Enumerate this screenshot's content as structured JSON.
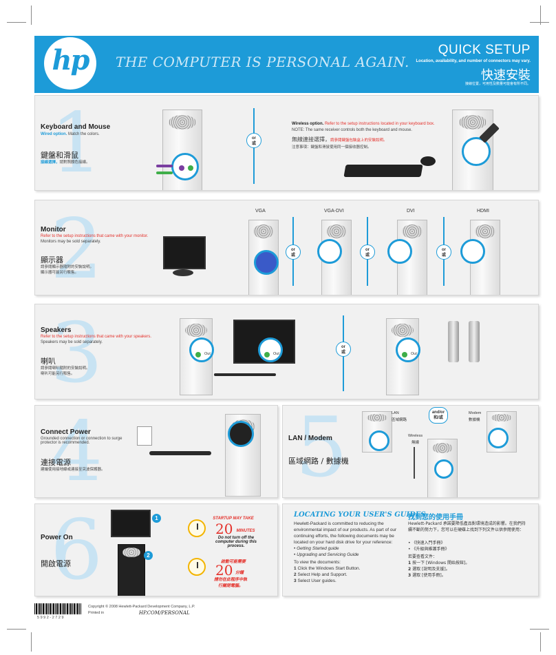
{
  "header": {
    "logo": "hp",
    "tagline": "THE COMPUTER IS PERSONAL AGAIN.",
    "title": "QUICK SETUP",
    "subtitle": "Location, availability, and number of connectors may vary.",
    "title_zh": "快速安裝",
    "subtitle_zh": "接線位置，可用性及數量可能會有所不同。"
  },
  "step1": {
    "number": "1",
    "title": "Keyboard and Mouse",
    "wired_label": "Wired option.",
    "wired_text": "Match the colors.",
    "title_zh": "鍵盤和滑鼠",
    "wired_zh": "接線選擇，",
    "wired_zh_text": "請對照顏色接線。",
    "or_label": "or",
    "or_zh": "或",
    "wireless_label": "Wireless option.",
    "wireless_text": "Refer to the setup instructions located in your keyboard box.",
    "note": "NOTE: The same receiver controls both the keyboard and mouse.",
    "wireless_zh": "無線連接選擇，",
    "wireless_zh_text": "請參閱鍵盤包裝盒上的安裝說明。",
    "note_zh": "注意事項：鍵盤和滑鼠使用同一個接收器控制。"
  },
  "step2": {
    "number": "2",
    "title": "Monitor",
    "text_red": "Refer to the setup instructions that came with your monitor.",
    "text": "Monitors may be sold separately.",
    "title_zh": "顯示器",
    "text_zh_red": "請參閱顯示器隨附的安裝說明。",
    "text_zh": "顯示器可能另行販售。",
    "columns": [
      "VGA",
      "VGA-DVI",
      "DVI",
      "HDMI"
    ],
    "or_label": "or",
    "or_zh": "或"
  },
  "step3": {
    "number": "3",
    "title": "Speakers",
    "text_red": "Refer to the setup instructions that came with your speakers.",
    "text": "Speakers may be sold separately.",
    "title_zh": "喇叭",
    "text_zh_red": "請參閱喇叭隨附的安裝說明。",
    "text_zh": "喇叭可能另行販售。",
    "port_label": "Out",
    "or_label": "or",
    "or_zh": "或"
  },
  "step4": {
    "number": "4",
    "title": "Connect Power",
    "text": "Grounded connection or connection to surge protector is recommended.",
    "title_zh": "連接電源",
    "text_zh": "建議使用接地線或連接至突波保護器。"
  },
  "step5": {
    "number": "5",
    "title": "LAN / Modem",
    "title_zh": "區域網路 / 數據機",
    "lan_label": "LAN",
    "lan_zh": "區域網路",
    "andor_label": "and/or",
    "andor_zh": "和/或",
    "modem_label": "Modem",
    "modem_zh": "數據機",
    "wireless_label": "Wireless",
    "wireless_zh": "無線"
  },
  "step6": {
    "number": "6",
    "title": "Power On",
    "title_zh": "開啟電源",
    "badge1": "1",
    "badge2": "2",
    "startup_label": "STARTUP MAY TAKE",
    "startup_time": "20",
    "startup_unit": "MINUTES",
    "warning": "Do not turn off the computer during this process.",
    "startup_zh": "啟動可能需要",
    "startup_time_zh": "20",
    "startup_unit_zh": "分鐘",
    "warning_zh": "請勿在此程序中執行關閉電腦。"
  },
  "guides": {
    "title": "LOCATING YOUR USER'S GUIDES",
    "intro": "Hewlett-Packard is committed to reducing the environmental impact of our products. As part of our continuing efforts, the following documents may be located on your hard disk drive for your reference:",
    "items": [
      "Getting Started guide",
      "Upgrading and Servicing Guide"
    ],
    "view_label": "To view the documents:",
    "steps": [
      "Click the Windows Start Button.",
      "Select Help and Support.",
      "Select User guides."
    ],
    "title_zh": "找到您的使用手冊",
    "intro_zh": "Hewlett-Packard 承諾要降低產品對環境造成的影響。在我們持續不斷的努力下，您可以在硬碟上找到下列文件以供參閱使用：",
    "items_zh": [
      "《快速入門手冊》",
      "《升級與維護手冊》"
    ],
    "view_label_zh": "若要查看文件：",
    "steps_zh": [
      "按一下 [Windows 開始按鈕]。",
      "選取 [說明及支援]。",
      "選取 [使用手冊]。"
    ]
  },
  "footer": {
    "barcode_text": "5 9 9 2 - 2 7 2 9",
    "copyright": "Copyright © 2008 Hewlett-Packard Development Company, L.P.",
    "printed": "Printed in",
    "url": "HP.COM/PERSONAL"
  },
  "colors": {
    "brand_blue": "#1d9bd8",
    "accent_red": "#e4312b",
    "panel_bg": "#f1f1f1"
  }
}
